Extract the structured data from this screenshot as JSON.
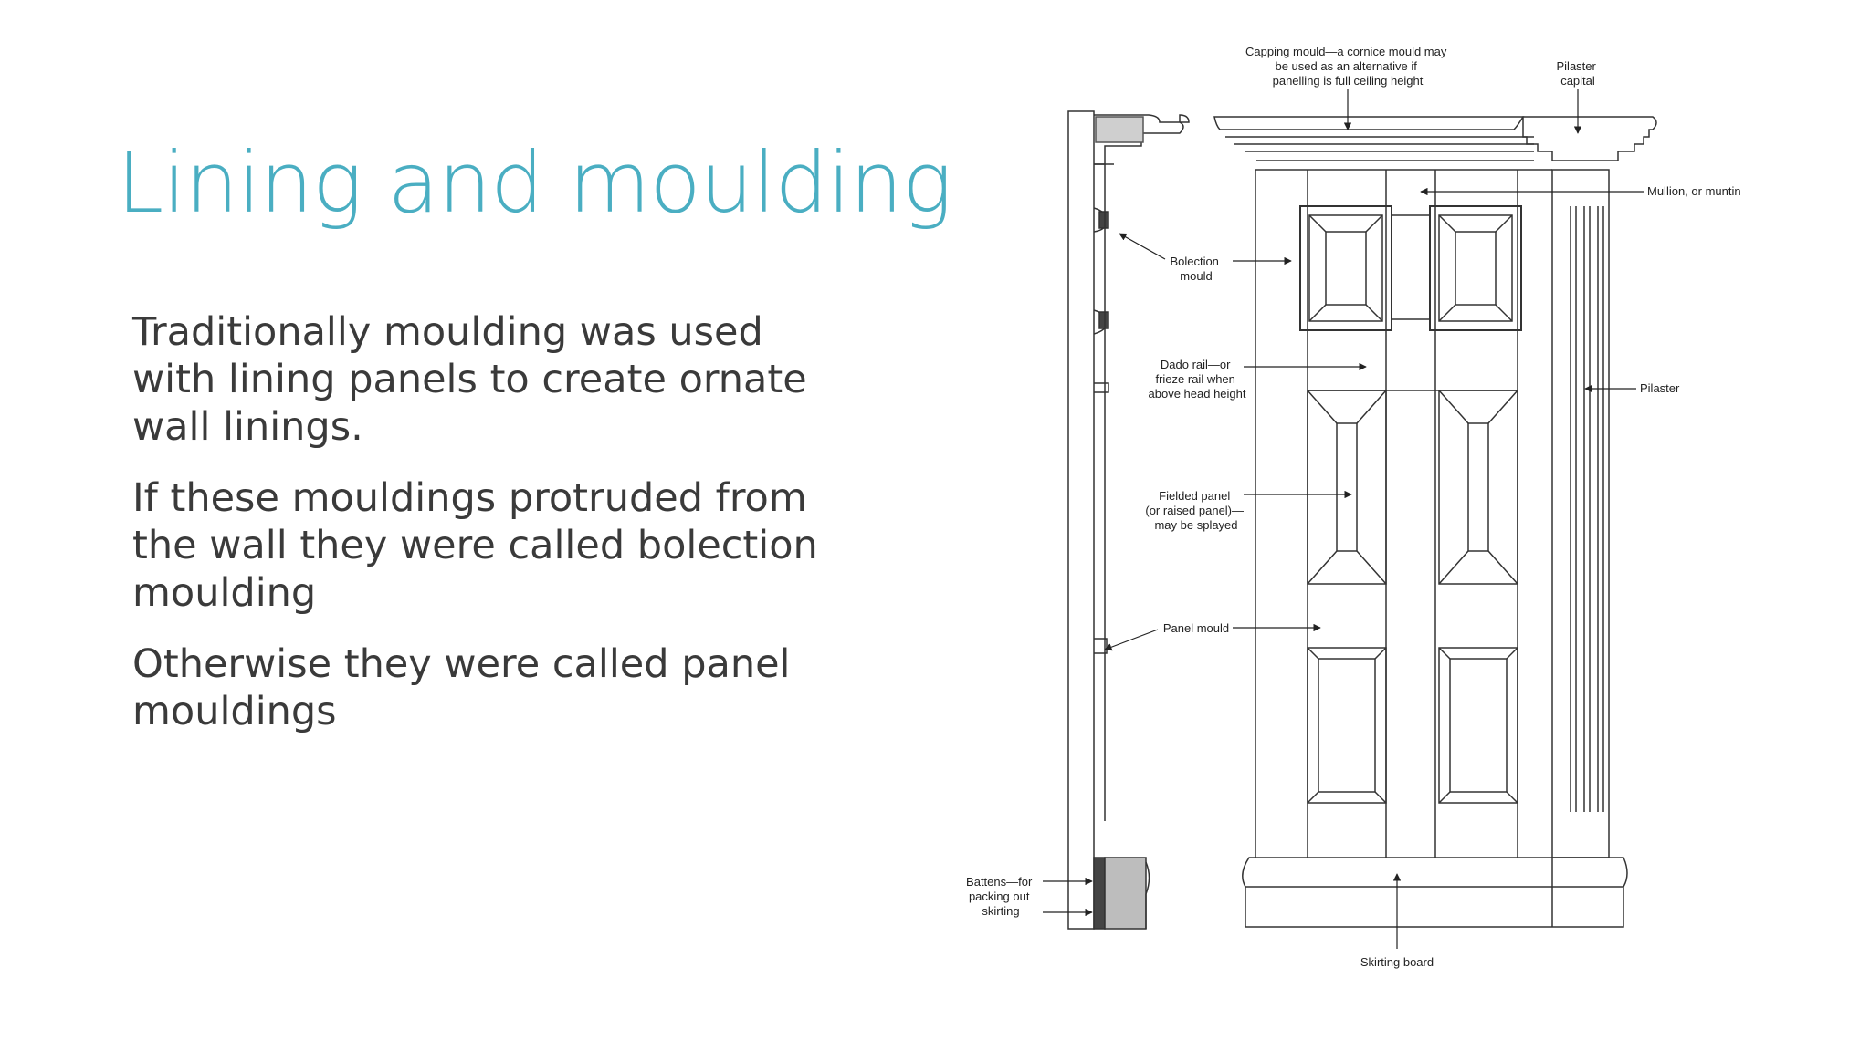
{
  "slide": {
    "title": "Lining and moulding",
    "paragraphs": [
      "Traditionally moulding was used with lining panels to create ornate wall linings.",
      "If these mouldings protruded from the wall they were called bolection moulding",
      "Otherwise they were called panel mouldings"
    ]
  },
  "diagram": {
    "labels": {
      "capping": [
        "Capping mould—a cornice mould may",
        "be used as an alternative if",
        "panelling is full ceiling height"
      ],
      "pilaster_capital": [
        "Pilaster",
        "capital"
      ],
      "mullion": [
        "Mullion, or muntin"
      ],
      "bolection": [
        "Bolection",
        "mould"
      ],
      "dado": [
        "Dado rail—or",
        "frieze rail when",
        "above head height"
      ],
      "pilaster": [
        "Pilaster"
      ],
      "fielded": [
        "Fielded panel",
        "(or raised panel)—",
        "may be splayed"
      ],
      "panel_mould": [
        "Panel mould"
      ],
      "battens": [
        "Battens—for",
        "packing out",
        "skirting"
      ],
      "skirting": [
        "Skirting board"
      ]
    }
  },
  "colors": {
    "title": "#4aaec2",
    "body": "#3a3a3a",
    "line": "#333333"
  }
}
